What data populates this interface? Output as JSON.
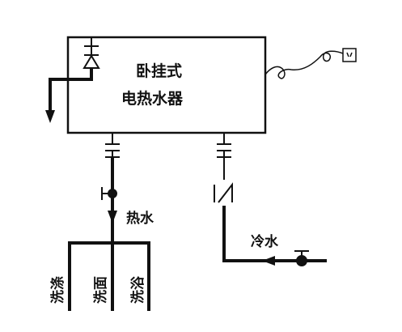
{
  "heater": {
    "title_line1": "卧挂式",
    "title_line2": "电热水器"
  },
  "labels": {
    "hot_water": "热水",
    "cold_water": "冷水"
  },
  "fixtures": [
    {
      "label": "洗涤"
    },
    {
      "label": "洗面"
    },
    {
      "label": "洗浴"
    }
  ],
  "colors": {
    "line": "#111111",
    "background": "#ffffff"
  }
}
